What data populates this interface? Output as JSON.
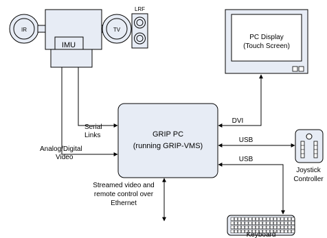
{
  "sensors": {
    "ir_label": "IR",
    "tv_label": "TV",
    "lrf_label": "LRF",
    "imu_label": "IMU"
  },
  "grip_pc": {
    "line1": "GRIP PC",
    "line2": "(running GRIP-VMS)"
  },
  "pc_display": {
    "line1": "PC Display",
    "line2": "(Touch Screen)"
  },
  "joystick": {
    "line1": "Joystick",
    "line2": "Controller"
  },
  "keyboard": {
    "label": "Keyboard"
  },
  "links": {
    "serial_line1": "Serial",
    "serial_line2": "Links",
    "video_line1": "Analog/Digital",
    "video_line2": "Video",
    "dvi": "DVI",
    "usb_joystick": "USB",
    "usb_keyboard": "USB",
    "ethernet_line1": "Streamed video and",
    "ethernet_line2": "remote control over",
    "ethernet_line3": "Ethernet"
  },
  "colors": {
    "box_fill": "#e7ecf5",
    "stroke": "#000000"
  }
}
